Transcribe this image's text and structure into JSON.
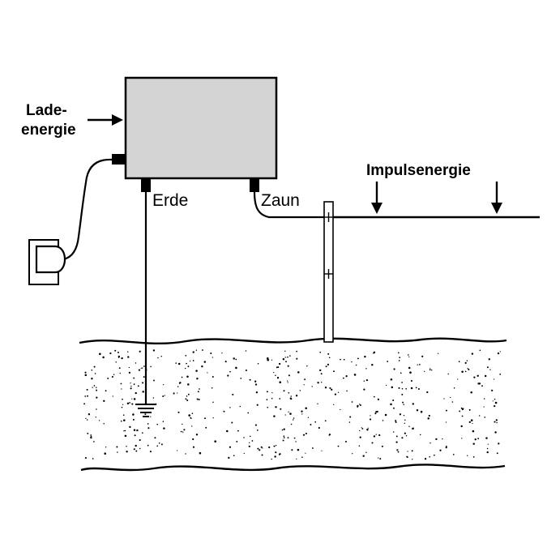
{
  "labels": {
    "charge_energy_line1": "Lade-",
    "charge_energy_line2": "energie",
    "earth": "Erde",
    "fence": "Zaun",
    "pulse_energy": "Impulsenergie"
  },
  "colors": {
    "ink": "#000000",
    "device_fill": "#d4d4d4",
    "ground_fill": "#ffffff",
    "background": "#ffffff"
  },
  "icons": [
    "wall-socket-icon",
    "plug-icon",
    "ground-symbol-icon",
    "arrow-icon"
  ]
}
